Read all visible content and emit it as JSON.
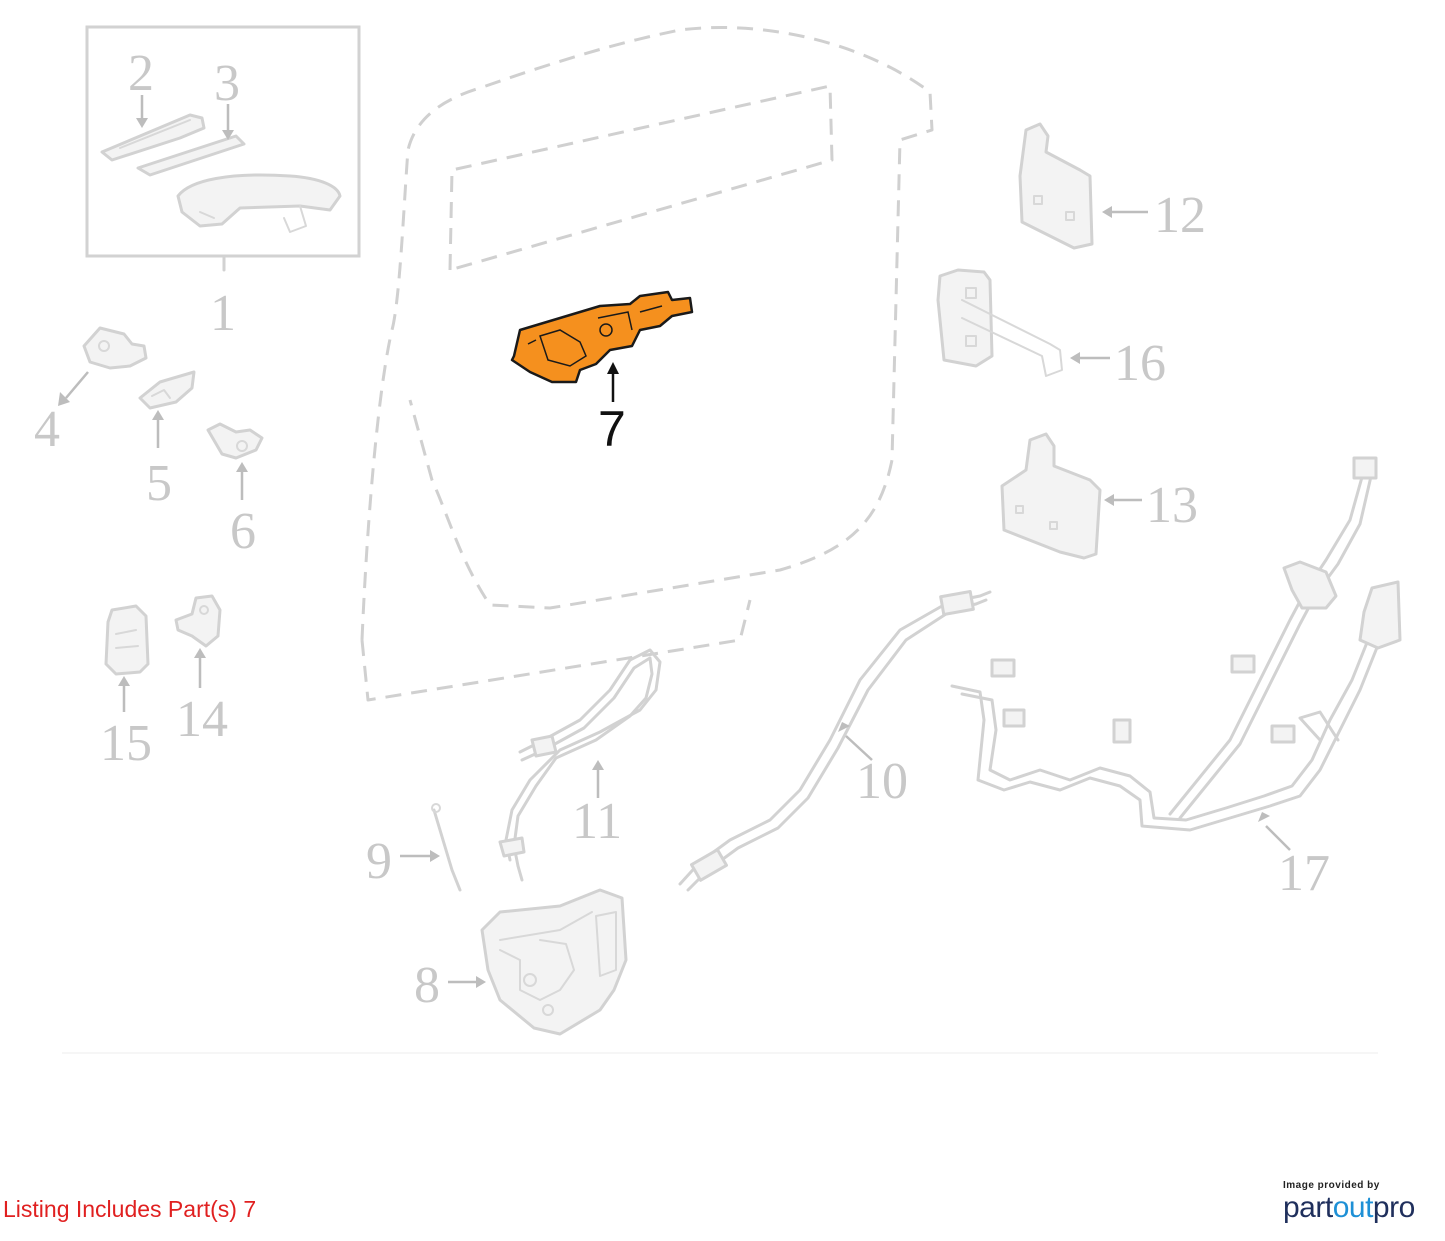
{
  "callouts": [
    {
      "id": "1",
      "label": "1"
    },
    {
      "id": "2",
      "label": "2"
    },
    {
      "id": "3",
      "label": "3"
    },
    {
      "id": "4",
      "label": "4"
    },
    {
      "id": "5",
      "label": "5"
    },
    {
      "id": "6",
      "label": "6"
    },
    {
      "id": "7",
      "label": "7"
    },
    {
      "id": "8",
      "label": "8"
    },
    {
      "id": "9",
      "label": "9"
    },
    {
      "id": "10",
      "label": "10"
    },
    {
      "id": "11",
      "label": "11"
    },
    {
      "id": "12",
      "label": "12"
    },
    {
      "id": "13",
      "label": "13"
    },
    {
      "id": "14",
      "label": "14"
    },
    {
      "id": "15",
      "label": "15"
    },
    {
      "id": "16",
      "label": "16"
    },
    {
      "id": "17",
      "label": "17"
    }
  ],
  "highlighted_part": "7",
  "colors": {
    "highlight_fill": "#f5901e",
    "highlight_stroke": "#1a1a1a",
    "part_line": "#d2d2d2",
    "caption_red": "#e02020",
    "brand_dark": "#1f2f5c",
    "brand_blue": "#1e90d6"
  },
  "caption": "Listing Includes Part(s) 7",
  "brand": {
    "provided_by": "Image provided by",
    "name_start": "part",
    "name_mid": "out",
    "name_end": "pro"
  }
}
